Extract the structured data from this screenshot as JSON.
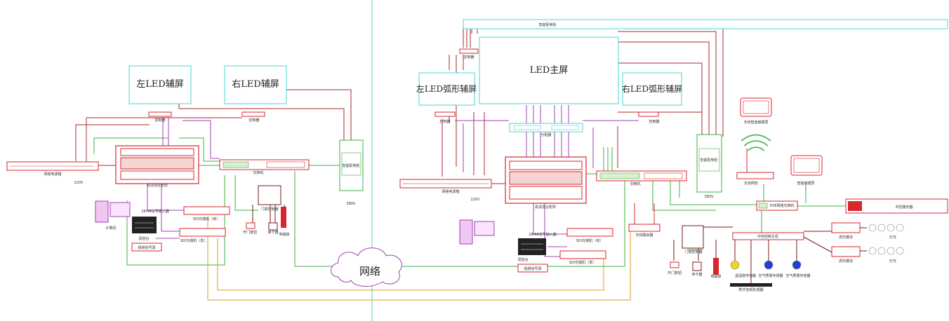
{
  "left": {
    "screen_left": "左LED辅屏",
    "screen_right": "右LED辅屏",
    "controller_a": "控制器",
    "controller_b": "控制器",
    "power_sequencer": "网络电源箱",
    "voltage_220": "220V",
    "switch": "交换机",
    "power_cabinet": "智能配电柜",
    "voltage_380": "380V",
    "matrix": "高清混合矩阵",
    "matrix_input": "28/48信号输入器",
    "computer": "计算机",
    "mixer": "调音台",
    "sdi_rx": "SDI光端机（收）",
    "sdi_tx": "SDI光端机（发）",
    "video_source": "视频信号源",
    "door_controller": "门禁控制器",
    "exit_button": "开门按钮",
    "card_reader": "读卡器",
    "mag_lock": "电磁锁"
  },
  "center": {
    "network": "网络"
  },
  "right": {
    "power_cabinet_top": "智能配电柜",
    "main_screen": "LED主屏",
    "arc_left": "左LED弧形辅屏",
    "arc_right": "右LED弧形辅屏",
    "controller_top": "控制器",
    "controller_left": "控制器",
    "controller_right": "控制器",
    "splitter": "分配器",
    "power_sequencer": "网络电源箱",
    "voltage_220": "220V",
    "matrix": "高清混合矩阵",
    "matrix_input": "28/48信号输入器",
    "mixer": "调音台",
    "sdi_rx": "SDI光端机（收）",
    "sdi_tx": "SDI光端机（发）",
    "video_source": "视频信号源",
    "switch": "交换机",
    "power_cabinet_side": "智能配电柜",
    "voltage_380": "380V",
    "wireless_router": "无线路由器",
    "door_controller": "门禁控制器",
    "exit_button": "开门按钮",
    "card_reader": "读卡器",
    "mag_lock": "电磁锁",
    "sensor_temp": "温湿度传感器",
    "sensor_air1": "空气质量传感器",
    "sensor_air2": "空气质量传感器",
    "audio_processor": "数字音频处理器",
    "central_host": "中控控制主机",
    "tablet": "无线智能触摸屏",
    "wireless_ap": "无线网管",
    "touch_panel": "智能触摸屏",
    "poe_switch": "POE网络交换机",
    "server": "中控服务器",
    "dimmer1": "调光模块",
    "dimmer2": "调光模块",
    "light1": "灯光",
    "light2": "灯光"
  },
  "colors": {
    "device_red": "#d8262e",
    "screen_cyan": "#49d6d6",
    "divider": "#5ec8d0",
    "wire_red": "#a8282c",
    "wire_green": "#3cb043",
    "wire_purple": "#a040b0",
    "wire_yellow": "#d9a21c",
    "wire_darkred": "#7a1a1a",
    "wifi_green": "#49b84a"
  }
}
